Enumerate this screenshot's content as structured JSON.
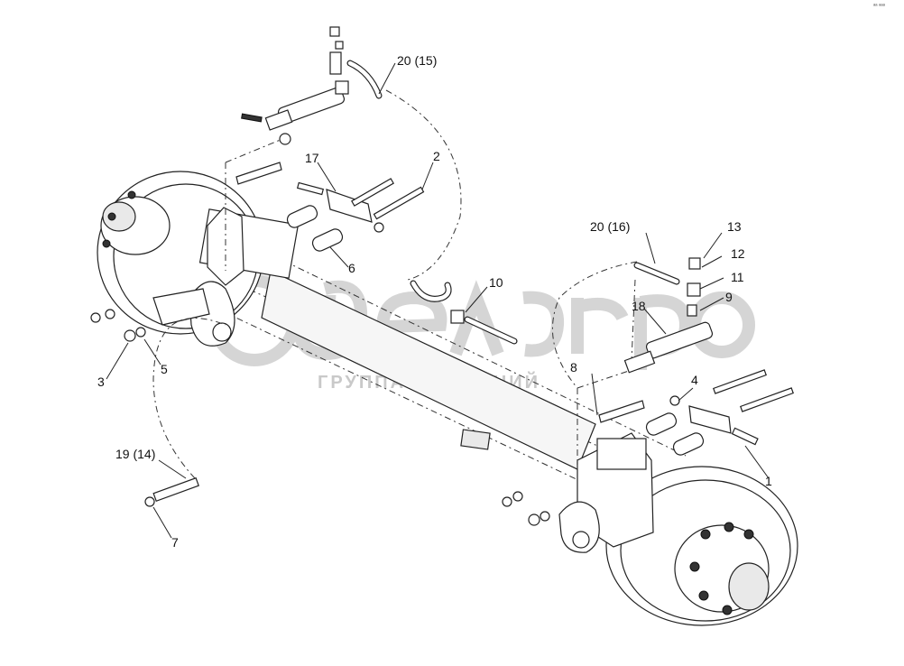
{
  "corner_mark": "ᵃᵃ ᵃᵃᵃ",
  "watermark": {
    "logo_text": "белагро",
    "tagline": "ГРУППА КОМПАНИЙ"
  },
  "callouts": [
    {
      "id": "c1",
      "text": "1"
    },
    {
      "id": "c2",
      "text": "2"
    },
    {
      "id": "c3",
      "text": "3"
    },
    {
      "id": "c4",
      "text": "4"
    },
    {
      "id": "c5",
      "text": "5"
    },
    {
      "id": "c6",
      "text": "6"
    },
    {
      "id": "c7",
      "text": "7"
    },
    {
      "id": "c8",
      "text": "8"
    },
    {
      "id": "c9",
      "text": "9"
    },
    {
      "id": "c10",
      "text": "10"
    },
    {
      "id": "c11",
      "text": "11"
    },
    {
      "id": "c12",
      "text": "12"
    },
    {
      "id": "c13",
      "text": "13"
    },
    {
      "id": "c17",
      "text": "17"
    },
    {
      "id": "c18",
      "text": "18"
    },
    {
      "id": "c19",
      "text": "19 (14)"
    },
    {
      "id": "c20a",
      "text": "20 (15)"
    },
    {
      "id": "c20b",
      "text": "20 (16)"
    }
  ]
}
